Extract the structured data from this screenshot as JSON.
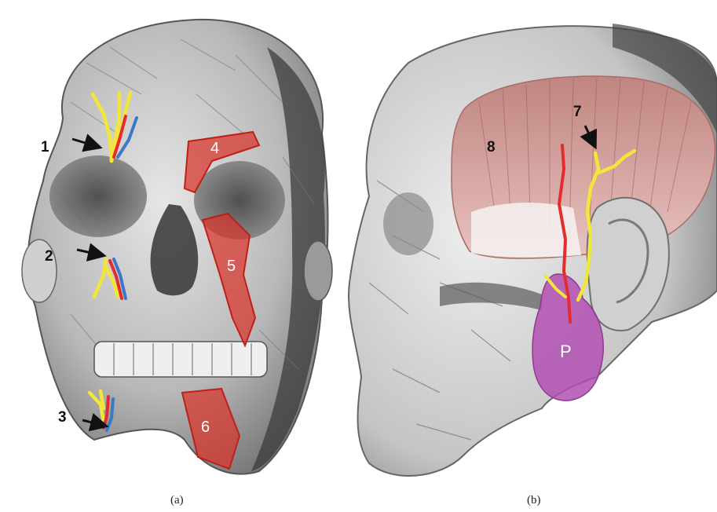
{
  "panel_a": {
    "labels": {
      "l1": "1",
      "l2": "2",
      "l3": "3",
      "l4": "4",
      "l5": "5",
      "l6": "6"
    },
    "caption": "(a)"
  },
  "panel_b": {
    "labels": {
      "l7": "7",
      "l8": "8",
      "parotid": "P"
    },
    "caption": "(b)"
  },
  "colors": {
    "nerve": "#f2e63a",
    "artery": "#e52b2b",
    "vein": "#3a78c8",
    "region_fill": "#d9332b",
    "temporalis": "#c98a86",
    "parotid": "#b24fb2",
    "bone_light": "#d9d9d9",
    "bone_dark": "#4a4a4a"
  },
  "icons": [
    "arrow-icon"
  ]
}
